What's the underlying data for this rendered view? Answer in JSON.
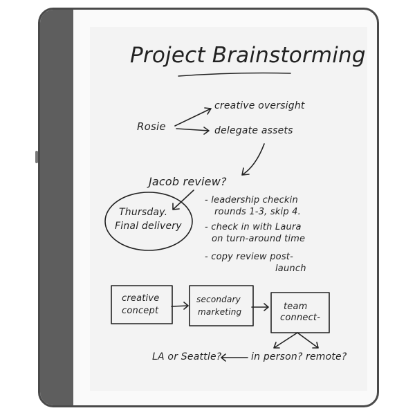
{
  "note": {
    "title": "Project Brainstorming",
    "rosie": "Rosie",
    "rosie_items": [
      "creative oversight",
      "delegate assets"
    ],
    "jacob": "Jacob review?",
    "circle_lines": [
      "Thursday.",
      "Final delivery"
    ],
    "bullets": [
      [
        "- leadership checkin",
        "rounds 1-3, skip 4."
      ],
      [
        "- check in with Laura",
        "on turn-around time"
      ],
      [
        "- copy review post-",
        "launch"
      ]
    ],
    "flow_boxes": [
      [
        "creative",
        "concept"
      ],
      [
        "secondary",
        "marketing"
      ],
      [
        "team",
        "connect-"
      ]
    ],
    "in_person": "in person?",
    "remote": "remote?",
    "location": "LA or Seattle?"
  }
}
